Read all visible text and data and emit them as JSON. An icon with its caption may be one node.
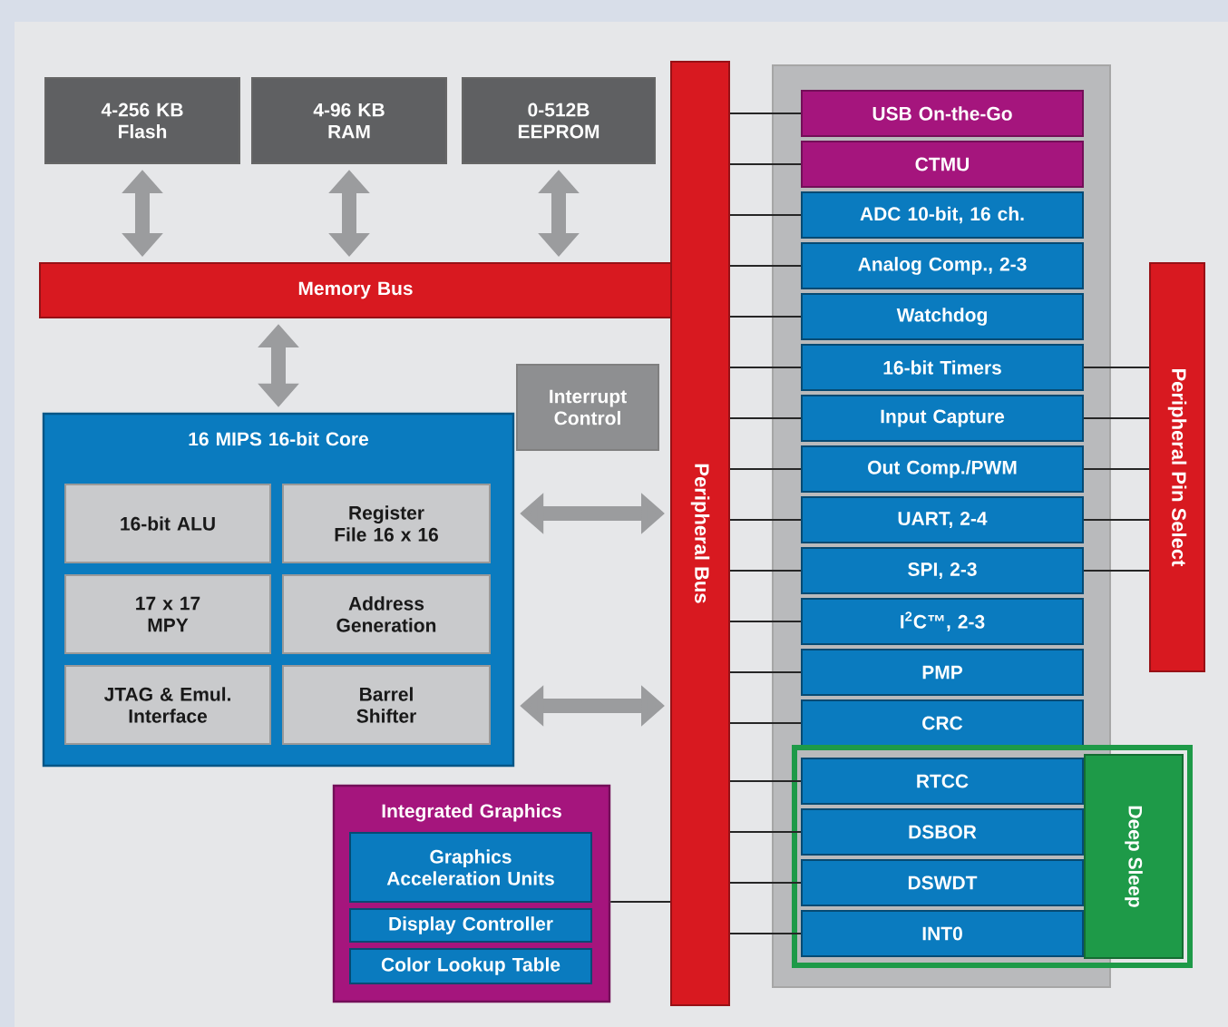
{
  "diagram": {
    "nodes": [
      {
        "text": [
          "4-256 KB Flash"
        ]
      },
      {
        "text": [
          "4-96 KB RAM"
        ]
      },
      {
        "text": [
          "0-512B EEPROM"
        ]
      },
      {
        "text": [
          "Memory Bus"
        ]
      },
      {
        "text": [
          "Interrupt Control"
        ]
      },
      {
        "text": [
          "16 MIPS 16-bit Core"
        ]
      },
      {
        "text": [
          "16-bit ALU"
        ],
        "in": 5
      },
      {
        "text": [
          "Register File 16 x 16"
        ],
        "in": 5
      },
      {
        "text": [
          "17 x 17 MPY"
        ],
        "in": 5
      },
      {
        "text": [
          "Address Generation"
        ],
        "in": 5
      },
      {
        "text": [
          "JTAG & Emul. Interface"
        ],
        "in": 5
      },
      {
        "text": [
          "Barrel Shifter"
        ],
        "in": 5
      },
      {
        "text": [
          "Peripheral Bus"
        ]
      },
      {
        "text": [],
        "shape": "box"
      },
      {
        "text": [
          "USB On-the-Go"
        ],
        "in": 13
      },
      {
        "text": [
          "CTMU"
        ],
        "in": 13
      },
      {
        "text": [
          "ADC 10-bit, 16 ch."
        ],
        "in": 13
      },
      {
        "text": [
          "Analog Comp., 2-3"
        ],
        "in": 13
      },
      {
        "text": [
          "Watchdog"
        ],
        "in": 13
      },
      {
        "text": [
          "16-bit Timers"
        ],
        "in": 13
      },
      {
        "text": [
          "Input Capture"
        ],
        "in": 13
      },
      {
        "text": [
          "Out Comp./PWM"
        ],
        "in": 13
      },
      {
        "text": [
          "UART, 2-4"
        ],
        "in": 13
      },
      {
        "text": [
          "SPI, 2-3"
        ],
        "in": 13
      },
      {
        "text": [
          "I$^{2}$C™, 2-3"
        ],
        "in": 13
      },
      {
        "text": [
          "PMP"
        ],
        "in": 13
      },
      {
        "text": [
          "CRC"
        ],
        "in": 13
      },
      {
        "text": [
          "Deep Sleep"
        ]
      },
      {
        "text": [
          "RTCC"
        ]
      },
      {
        "text": [
          "DSBOR"
        ]
      },
      {
        "text": [
          "DSWDT"
        ]
      },
      {
        "text": [
          "INT0"
        ]
      },
      {
        "text": [
          "Peripheral Pin Select"
        ]
      },
      {
        "text": [
          "Integrated Graphics"
        ]
      },
      {
        "text": [
          "Graphics Acceleration Units"
        ],
        "in": 33
      },
      {
        "text": [
          "Display Controller"
        ],
        "in": 33
      },
      {
        "text": [
          "Color Lookup Table"
        ],
        "in": 33
      }
    ],
    "edges": [
      {
        "from": 0,
        "to": 3,
        "arrow": "both",
        "style": "thick",
        "color": "#9b9c9e"
      },
      {
        "from": 1,
        "to": 3,
        "arrow": "both",
        "style": "thick",
        "color": "#9b9c9e"
      },
      {
        "from": 2,
        "to": 3,
        "arrow": "both",
        "style": "thick",
        "color": "#9b9c9e"
      },
      {
        "from": 3,
        "to": 5,
        "arrow": "both",
        "style": "thick",
        "color": "#9b9c9e"
      },
      {
        "from": 5,
        "to": 12,
        "arrow": "both",
        "style": "thick",
        "color": "#9b9c9e"
      },
      {
        "from": 5,
        "to": 12,
        "arrow": "both",
        "style": "thick",
        "color": "#9b9c9e"
      },
      {
        "from": 12,
        "to": 14,
        "arrow": "none"
      },
      {
        "from": 12,
        "to": 15,
        "arrow": "none"
      },
      {
        "from": 12,
        "to": 16,
        "arrow": "none"
      },
      {
        "from": 12,
        "to": 17,
        "arrow": "none"
      },
      {
        "from": 12,
        "to": 18,
        "arrow": "none"
      },
      {
        "from": 12,
        "to": 19,
        "arrow": "none"
      },
      {
        "from": 12,
        "to": 20,
        "arrow": "none"
      },
      {
        "from": 12,
        "to": 21,
        "arrow": "none"
      },
      {
        "from": 12,
        "to": 22,
        "arrow": "none"
      },
      {
        "from": 12,
        "to": 23,
        "arrow": "none"
      },
      {
        "from": 12,
        "to": 24,
        "arrow": "none"
      },
      {
        "from": 12,
        "to": 25,
        "arrow": "none"
      },
      {
        "from": 12,
        "to": 26,
        "arrow": "none"
      },
      {
        "from": 12,
        "to": 28,
        "arrow": "none"
      },
      {
        "from": 12,
        "to": 29,
        "arrow": "none"
      },
      {
        "from": 12,
        "to": 30,
        "arrow": "none"
      },
      {
        "from": 12,
        "to": 31,
        "arrow": "none"
      },
      {
        "from": 19,
        "to": 32,
        "arrow": "none"
      },
      {
        "from": 20,
        "to": 32,
        "arrow": "none"
      },
      {
        "from": 21,
        "to": 32,
        "arrow": "none"
      },
      {
        "from": 22,
        "to": 32,
        "arrow": "none"
      },
      {
        "from": 23,
        "to": 32,
        "arrow": "none"
      },
      {
        "from": 33,
        "to": 12,
        "arrow": "none"
      }
    ]
  }
}
